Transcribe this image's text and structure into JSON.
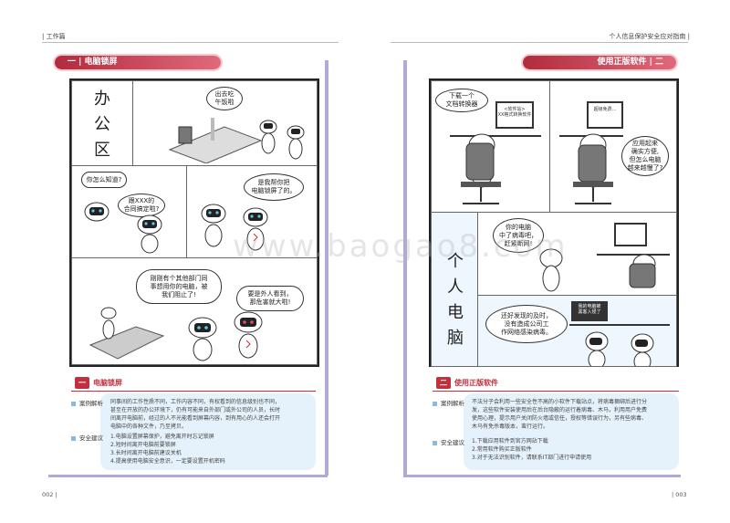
{
  "header": {
    "left": "| 工作篇",
    "right": "个人信息保护安全应对指南 |"
  },
  "left_page": {
    "banner": "一 | 电脑锁屏",
    "vertical_label": "办\n公\n区\n域",
    "bubbles": {
      "lunch": "出去吃\n午饭啦",
      "how_know": "你怎么知道?",
      "contract": "跟XXX的\n合同搞定啦?",
      "lock_help": "是我帮你把\n电脑锁屏了的。",
      "someone": "刚刚有个其他部门同\n事想用你的电脑，被\n我们阻止了!",
      "outsider": "要是外人看到，\n那危害就大啦!"
    },
    "section_tag_num": "一",
    "section_tag_label": "电脑锁屏",
    "analysis_label": "案例解析",
    "analysis_text": [
      "同事间的工作性质不同，工作内容不同，有权看到的信息级别也不同，",
      "甚至在开放的办公环境下，仍有可能来自外部门或外公司的人员，长时",
      "间离开电脑前，经过的人不光能看到屏幕内容，到有用心的人还会打开",
      "电脑中的各种文件，乃至拷贝。"
    ],
    "advice_label": "安全建议",
    "advice_items": [
      "1.电脑设置屏幕保护，避免离开时忘记锁屏",
      "2.短时间离开电脑前要锁屏",
      "3.长时间离开电脑前建议关机",
      "4.提高使用电脑安全意识，一定要设置开机密码"
    ],
    "page_number": "002 |"
  },
  "right_page": {
    "banner": "使用正版软件 | 二",
    "vertical_label": "个\n人\n电\n脑",
    "bubbles": {
      "download": "下载一个\n文档转换器",
      "convenient": "应用起来\n确实方便,\n但怎么电脑\n越来越慢了?",
      "virus": "你的电脑\n中了病毒吧，\n赶紧断网!",
      "timely": "还好发现的及时，\n没有造成公司工\n作网络感染病毒。"
    },
    "screen_texts": {
      "s1": "<软件站>\nXX格式转换软件",
      "s2": "超级免费...",
      "s3": "我的电脑被\n黑客入侵了"
    },
    "section_tag_num": "二",
    "section_tag_label": "使用正版软件",
    "analysis_label": "案例解析",
    "analysis_text": [
      "不法分子会利用一些安全性不高的小软件下载站点，将病毒捆绑后进行分",
      "发，这些软件安装使用后在后台隐蔽的运行着病毒、木马，利用用户免费",
      "使用心理，提示用户关闭防火墙或信任，授权等错误行为，另有些病毒、",
      "木马有免杀毒版本，蛮行运行。"
    ],
    "advice_label": "安全建议",
    "advice_items": [
      "1.下载应用软件到官方网站下载",
      "2.常用软件购买正版软件",
      "3.对于无法识别软件，请联系IT部门进行申请使用"
    ],
    "page_number": "| 003"
  },
  "watermark": "www.baogao8.com",
  "colors": {
    "accent_red": "#c2303e",
    "sidebar_purple": "#b1a9d6",
    "info_blue": "#e6f2fb"
  }
}
